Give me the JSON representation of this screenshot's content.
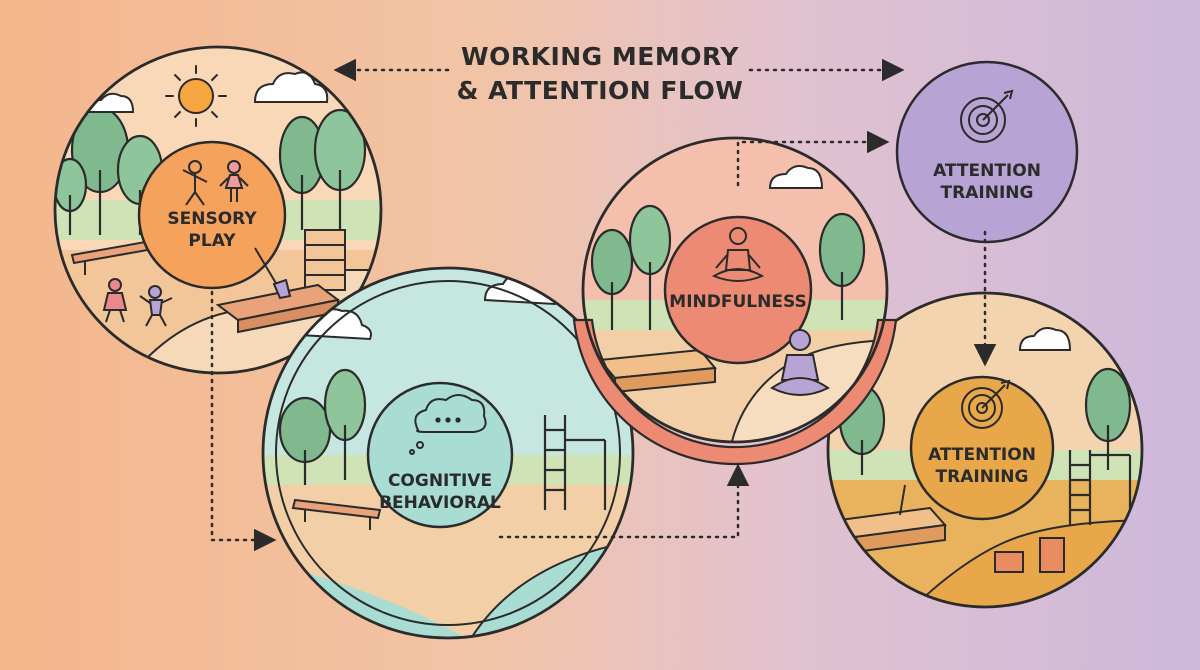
{
  "title": {
    "line1": "WORKING MEMORY",
    "line2": "& ATTENTION FLOW"
  },
  "nodes": {
    "sensory": {
      "line1": "SENSORY",
      "line2": "PLAY",
      "icon": "children-playing-icon"
    },
    "cognitive": {
      "line1": "COGNITIVE",
      "line2": "BEHAVIORAL",
      "icon": "thought-bubble-icon"
    },
    "mindfulness": {
      "line1": "MINDFULNESS",
      "icon": "meditation-icon"
    },
    "attention_top": {
      "line1": "ATTENTION",
      "line2": "TRAINING",
      "icon": "target-icon"
    },
    "attention_bottom": {
      "line1": "ATTENTION",
      "line2": "TRAINING",
      "icon": "target-icon"
    }
  },
  "colors": {
    "sensory": "#f5a25d",
    "cognitive": "#a9dcd3",
    "mindfulness": "#ec8a74",
    "attention_top": "#b7a4d4",
    "attention_bottom": "#e8a84a",
    "outline": "#2b2b2b"
  }
}
